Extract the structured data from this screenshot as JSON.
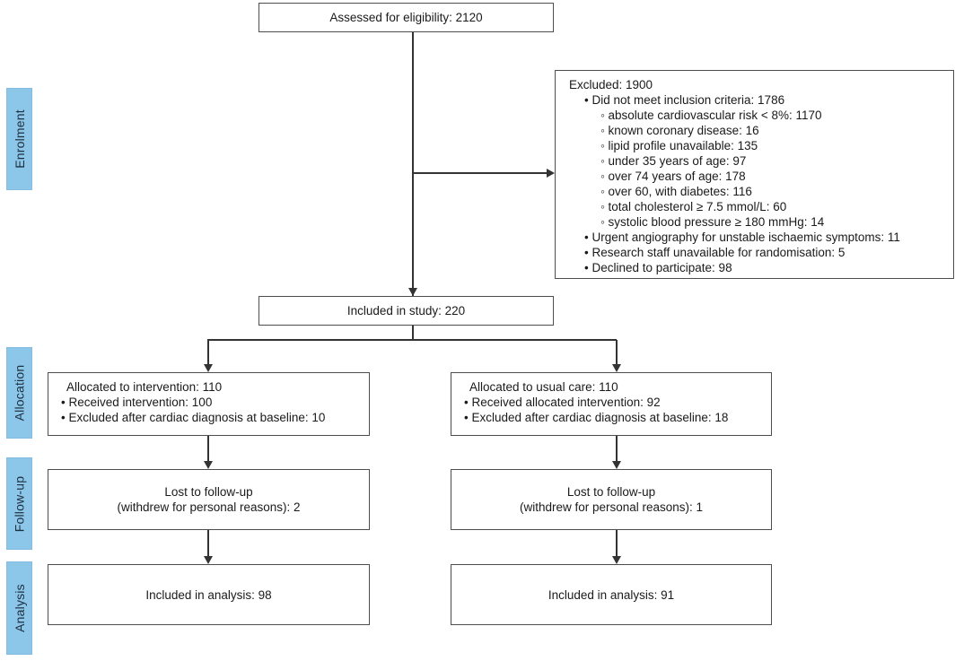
{
  "stages": [
    {
      "label": "Enrolment"
    },
    {
      "label": "Allocation"
    },
    {
      "label": "Follow-up"
    },
    {
      "label": "Analysis"
    }
  ],
  "boxes": {
    "assessed": {
      "text": "Assessed for eligibility: 2120"
    },
    "excluded": {
      "lines": [
        {
          "level": 0,
          "text": "Excluded: 1900"
        },
        {
          "level": 1,
          "text": "• Did not meet inclusion criteria: 1786"
        },
        {
          "level": 2,
          "text": "◦ absolute cardiovascular risk < 8%: 1170"
        },
        {
          "level": 2,
          "text": "◦ known coronary disease: 16"
        },
        {
          "level": 2,
          "text": "◦ lipid profile unavailable: 135"
        },
        {
          "level": 2,
          "text": "◦ under 35 years of age: 97"
        },
        {
          "level": 2,
          "text": "◦ over 74 years of age: 178"
        },
        {
          "level": 2,
          "text": "◦ over 60, with diabetes: 116"
        },
        {
          "level": 2,
          "text": "◦ total cholesterol ≥ 7.5 mmol/L: 60"
        },
        {
          "level": 2,
          "text": "◦ systolic blood pressure ≥ 180 mmHg: 14"
        },
        {
          "level": 1,
          "text": "• Urgent angiography for unstable ischaemic symptoms: 11"
        },
        {
          "level": 1,
          "text": "• Research staff unavailable for randomisation: 5"
        },
        {
          "level": 1,
          "text": "• Declined to participate: 98"
        }
      ]
    },
    "included": {
      "text": "Included in study: 220"
    },
    "alloc_left": {
      "lines": [
        "Allocated to intervention: 110",
        "• Received intervention: 100",
        "• Excluded after cardiac diagnosis at baseline: 10"
      ]
    },
    "alloc_right": {
      "lines": [
        "Allocated to usual care: 110",
        "• Received allocated intervention: 92",
        "• Excluded after cardiac diagnosis at baseline: 18"
      ]
    },
    "followup_left": {
      "line1": "Lost to follow-up",
      "line2": "(withdrew for personal reasons): 2"
    },
    "followup_right": {
      "line1": "Lost to follow-up",
      "line2": "(withdrew for personal reasons): 1"
    },
    "analysis_left": {
      "text": "Included in analysis: 98"
    },
    "analysis_right": {
      "text": "Included in analysis: 91"
    }
  },
  "colors": {
    "band_blue": "#8cc6e9",
    "connector": "#333333",
    "box_border": "#4e4e4e",
    "text": "#1a1a1a"
  }
}
